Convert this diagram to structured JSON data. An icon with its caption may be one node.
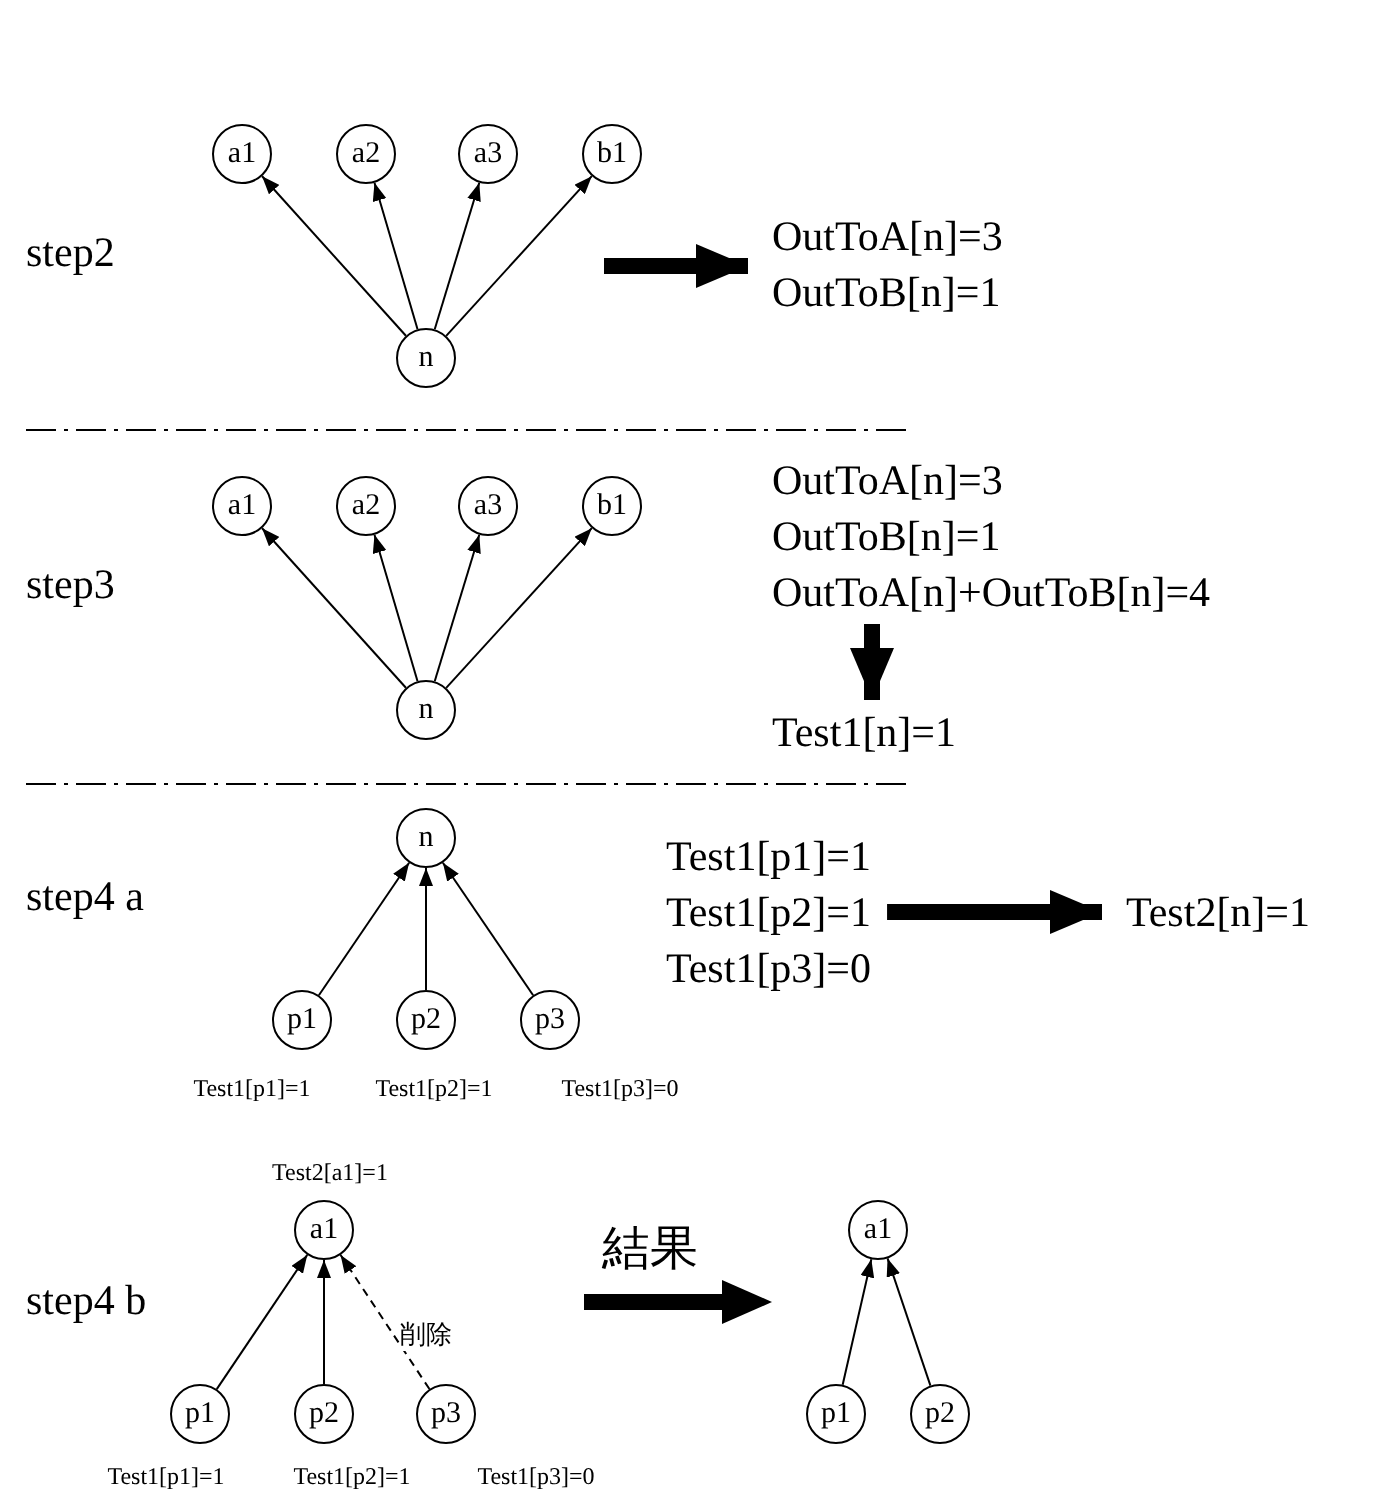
{
  "diagram": {
    "nodes": [
      {
        "text": [
          "a1"
        ]
      },
      {
        "text": [
          "a2"
        ]
      },
      {
        "text": [
          "a3"
        ]
      },
      {
        "text": [
          "b1"
        ]
      },
      {
        "text": [
          "n"
        ]
      },
      {
        "text": [
          "OutToA[n]=3",
          "OutToB[n]=1"
        ]
      },
      {
        "text": [
          "a1"
        ]
      },
      {
        "text": [
          "a2"
        ]
      },
      {
        "text": [
          "a3"
        ]
      },
      {
        "text": [
          "b1"
        ]
      },
      {
        "text": [
          "n"
        ]
      },
      {
        "text": [
          "OutToA[n]=3",
          "OutToB[n]=1",
          "OutToA[n]+OutToB[n]=4"
        ]
      },
      {
        "text": [
          "Test1[n]=1"
        ]
      },
      {
        "text": [
          "n"
        ]
      },
      {
        "text": [
          "p1"
        ],
        "beside": [
          "Test1[p1]=1"
        ]
      },
      {
        "text": [
          "p2"
        ],
        "beside": [
          "Test1[p2]=1"
        ]
      },
      {
        "text": [
          "p3"
        ],
        "beside": [
          "Test1[p3]=0"
        ]
      },
      {
        "text": [
          "Test1[p1]=1",
          "Test1[p2]=1",
          "Test1[p3]=0"
        ]
      },
      {
        "text": [
          "Test2[n]=1"
        ]
      },
      {
        "text": [
          "a1"
        ],
        "beside": [
          "Test2[a1]=1"
        ]
      },
      {
        "text": [
          "p1"
        ],
        "beside": [
          "Test1[p1]=1"
        ]
      },
      {
        "text": [
          "p2"
        ],
        "beside": [
          "Test1[p2]=1"
        ]
      },
      {
        "text": [
          "p3"
        ],
        "beside": [
          "Test1[p3]=0"
        ]
      },
      {
        "text": [
          "a1"
        ]
      },
      {
        "text": [
          "p1"
        ]
      },
      {
        "text": [
          "p2"
        ]
      }
    ],
    "edges": [
      {
        "from": 4,
        "to": 0,
        "arrow": "to"
      },
      {
        "from": 4,
        "to": 1,
        "arrow": "to"
      },
      {
        "from": 4,
        "to": 2,
        "arrow": "to"
      },
      {
        "from": 4,
        "to": 3,
        "arrow": "to"
      },
      {
        "from": null,
        "to": 5,
        "arrow": "to",
        "style": "thick"
      },
      {
        "from": 10,
        "to": 6,
        "arrow": "to"
      },
      {
        "from": 10,
        "to": 7,
        "arrow": "to"
      },
      {
        "from": 10,
        "to": 8,
        "arrow": "to"
      },
      {
        "from": 10,
        "to": 9,
        "arrow": "to"
      },
      {
        "from": 11,
        "to": 12,
        "arrow": "to",
        "style": "thick"
      },
      {
        "from": 14,
        "to": 13,
        "arrow": "to"
      },
      {
        "from": 15,
        "to": 13,
        "arrow": "to"
      },
      {
        "from": 16,
        "to": 13,
        "arrow": "to"
      },
      {
        "from": 17,
        "to": 18,
        "arrow": "to",
        "style": "thick"
      },
      {
        "from": 20,
        "to": 19,
        "arrow": "to"
      },
      {
        "from": 21,
        "to": 19,
        "arrow": "to"
      },
      {
        "from": 22,
        "to": 19,
        "arrow": "to",
        "style": "dashed",
        "label": "削除"
      },
      {
        "from": 24,
        "to": 23,
        "arrow": "to"
      },
      {
        "from": 25,
        "to": 23,
        "arrow": "to"
      }
    ],
    "labels": [
      "step2",
      "step3",
      "step4 a",
      "step4 b",
      "結果"
    ]
  }
}
